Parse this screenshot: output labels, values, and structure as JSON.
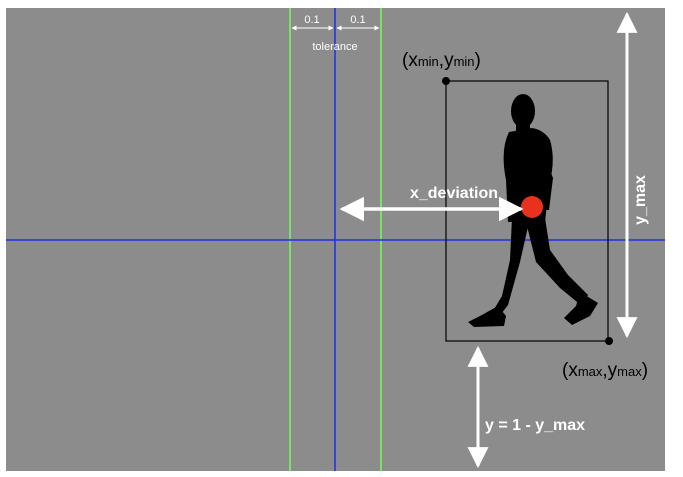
{
  "colors": {
    "background": "#8c8c8c",
    "frame": "#ffffff",
    "center_line": "#1f2ee6",
    "tolerance_line": "#7ee06a",
    "box": "#000000",
    "arrow": "#ffffff",
    "center_dot": "#e8321e",
    "silhouette": "#000000"
  },
  "labels": {
    "tol_left": "0.1",
    "tol_right": "0.1",
    "tolerance": "tolerance",
    "min_x": "x",
    "min_x_sub": "min",
    "min_sep": ",",
    "min_y": "y",
    "min_y_sub": "min",
    "max_x": "x",
    "max_x_sub": "max",
    "max_sep": ",",
    "max_y": "y",
    "max_y_sub": "max",
    "open_paren": "(",
    "close_paren": ")",
    "x_deviation": "x_deviation",
    "y_max": "y_max",
    "y_formula": "y = 1 - y_max"
  },
  "icons": {
    "person": "walking-person-silhouette-icon"
  }
}
